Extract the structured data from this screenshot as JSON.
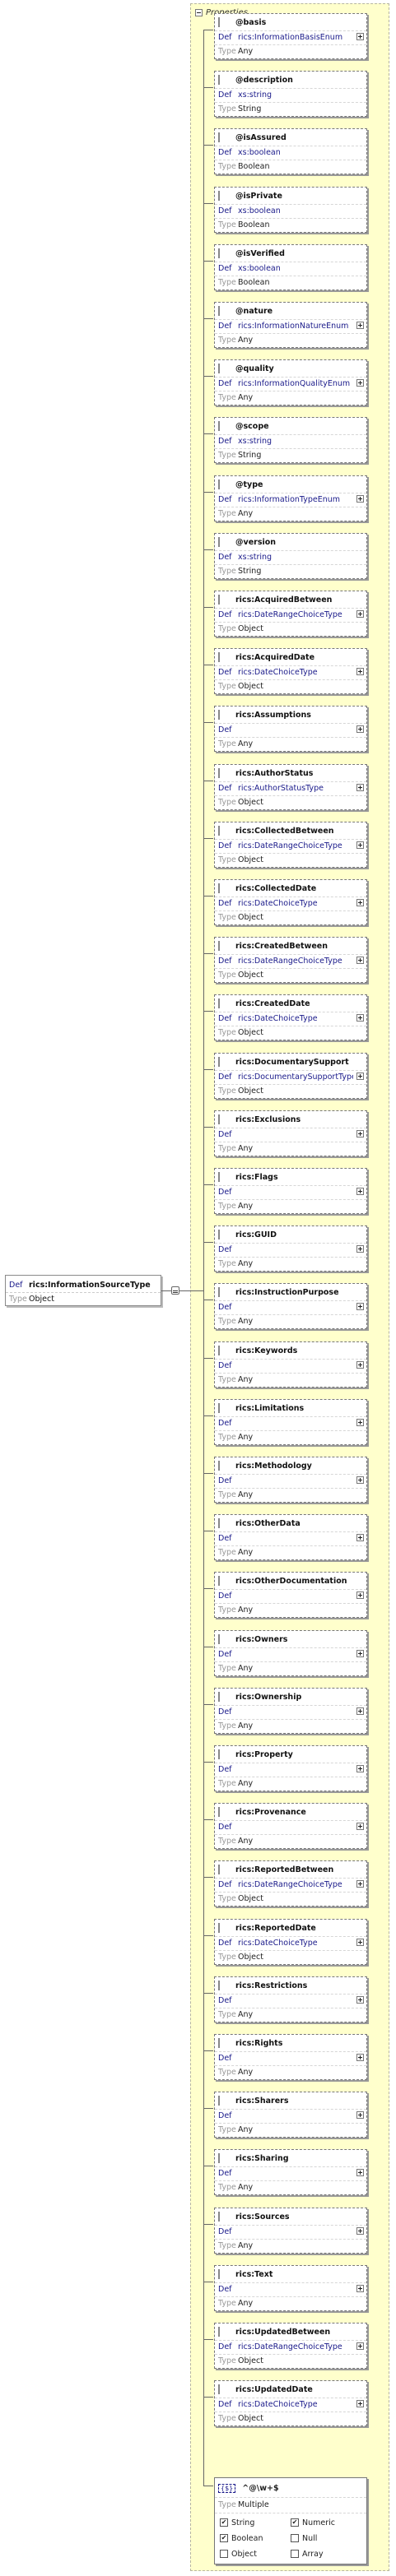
{
  "panel": {
    "header": "Properties"
  },
  "root": {
    "def_label": "Def",
    "type_label": "Type",
    "name": "rics:InformationSourceType",
    "type": "Object"
  },
  "properties": [
    {
      "name": "@basis",
      "def": "rics:InformationBasisEnum",
      "type": "Any",
      "expandable": true
    },
    {
      "name": "@description",
      "def": "xs:string",
      "type": "String",
      "expandable": false
    },
    {
      "name": "@isAssured",
      "def": "xs:boolean",
      "type": "Boolean",
      "expandable": false
    },
    {
      "name": "@isPrivate",
      "def": "xs:boolean",
      "type": "Boolean",
      "expandable": false
    },
    {
      "name": "@isVerified",
      "def": "xs:boolean",
      "type": "Boolean",
      "expandable": false
    },
    {
      "name": "@nature",
      "def": "rics:InformationNatureEnum",
      "type": "Any",
      "expandable": true
    },
    {
      "name": "@quality",
      "def": "rics:InformationQualityEnum",
      "type": "Any",
      "expandable": true
    },
    {
      "name": "@scope",
      "def": "xs:string",
      "type": "String",
      "expandable": false
    },
    {
      "name": "@type",
      "def": "rics:InformationTypeEnum",
      "type": "Any",
      "expandable": true
    },
    {
      "name": "@version",
      "def": "xs:string",
      "type": "String",
      "expandable": false
    },
    {
      "name": "rics:AcquiredBetween",
      "def": "rics:DateRangeChoiceType",
      "type": "Object",
      "expandable": true
    },
    {
      "name": "rics:AcquiredDate",
      "def": "rics:DateChoiceType",
      "type": "Object",
      "expandable": true
    },
    {
      "name": "rics:Assumptions",
      "def": "",
      "type": "Any",
      "expandable": true
    },
    {
      "name": "rics:AuthorStatus",
      "def": "rics:AuthorStatusType",
      "type": "Object",
      "expandable": true
    },
    {
      "name": "rics:CollectedBetween",
      "def": "rics:DateRangeChoiceType",
      "type": "Object",
      "expandable": true
    },
    {
      "name": "rics:CollectedDate",
      "def": "rics:DateChoiceType",
      "type": "Object",
      "expandable": true
    },
    {
      "name": "rics:CreatedBetween",
      "def": "rics:DateRangeChoiceType",
      "type": "Object",
      "expandable": true
    },
    {
      "name": "rics:CreatedDate",
      "def": "rics:DateChoiceType",
      "type": "Object",
      "expandable": true
    },
    {
      "name": "rics:DocumentarySupport",
      "def": "rics:DocumentarySupportType",
      "type": "Object",
      "expandable": true
    },
    {
      "name": "rics:Exclusions",
      "def": "",
      "type": "Any",
      "expandable": true
    },
    {
      "name": "rics:Flags",
      "def": "",
      "type": "Any",
      "expandable": true
    },
    {
      "name": "rics:GUID",
      "def": "",
      "type": "Any",
      "expandable": true
    },
    {
      "name": "rics:InstructionPurpose",
      "def": "",
      "type": "Any",
      "expandable": true
    },
    {
      "name": "rics:Keywords",
      "def": "",
      "type": "Any",
      "expandable": true
    },
    {
      "name": "rics:Limitations",
      "def": "",
      "type": "Any",
      "expandable": true
    },
    {
      "name": "rics:Methodology",
      "def": "",
      "type": "Any",
      "expandable": true
    },
    {
      "name": "rics:OtherData",
      "def": "",
      "type": "Any",
      "expandable": true
    },
    {
      "name": "rics:OtherDocumentation",
      "def": "",
      "type": "Any",
      "expandable": true
    },
    {
      "name": "rics:Owners",
      "def": "",
      "type": "Any",
      "expandable": true
    },
    {
      "name": "rics:Ownership",
      "def": "",
      "type": "Any",
      "expandable": true
    },
    {
      "name": "rics:Property",
      "def": "",
      "type": "Any",
      "expandable": true
    },
    {
      "name": "rics:Provenance",
      "def": "",
      "type": "Any",
      "expandable": true
    },
    {
      "name": "rics:ReportedBetween",
      "def": "rics:DateRangeChoiceType",
      "type": "Object",
      "expandable": true
    },
    {
      "name": "rics:ReportedDate",
      "def": "rics:DateChoiceType",
      "type": "Object",
      "expandable": true
    },
    {
      "name": "rics:Restrictions",
      "def": "",
      "type": "Any",
      "expandable": true
    },
    {
      "name": "rics:Rights",
      "def": "",
      "type": "Any",
      "expandable": true
    },
    {
      "name": "rics:Sharers",
      "def": "",
      "type": "Any",
      "expandable": true
    },
    {
      "name": "rics:Sharing",
      "def": "",
      "type": "Any",
      "expandable": true
    },
    {
      "name": "rics:Sources",
      "def": "",
      "type": "Any",
      "expandable": true
    },
    {
      "name": "rics:Text",
      "def": "",
      "type": "Any",
      "expandable": true
    },
    {
      "name": "rics:UpdatedBetween",
      "def": "rics:DateRangeChoiceType",
      "type": "Object",
      "expandable": true
    },
    {
      "name": "rics:UpdatedDate",
      "def": "rics:DateChoiceType",
      "type": "Object",
      "expandable": true
    }
  ],
  "pattern": {
    "tag": "{$}",
    "name": "^@\\w+$",
    "type_label": "Type",
    "type": "Multiple",
    "checks": [
      {
        "label": "String",
        "checked": true
      },
      {
        "label": "Numeric",
        "checked": true
      },
      {
        "label": "Boolean",
        "checked": true
      },
      {
        "label": "Null",
        "checked": false
      },
      {
        "label": "Object",
        "checked": false
      },
      {
        "label": "Array",
        "checked": false
      }
    ]
  },
  "labels": {
    "def": "Def",
    "type": "Type"
  }
}
